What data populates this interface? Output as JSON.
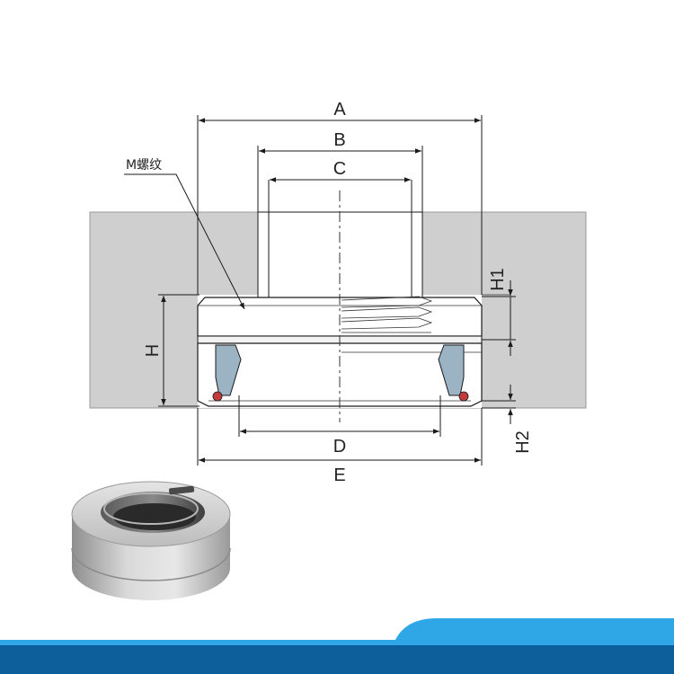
{
  "labels": {
    "A": "A",
    "B": "B",
    "C": "C",
    "D": "D",
    "E": "E",
    "H": "H",
    "H1": "H1",
    "H2": "H2",
    "thread": "M螺纹"
  },
  "colors": {
    "housing": "#cfcfcf",
    "seal_red": "#c23b3b",
    "band_light": "#2fa6e6",
    "band_dark": "#0d5f9c"
  },
  "icons": {
    "product": "seal-ring-photo-icon"
  }
}
